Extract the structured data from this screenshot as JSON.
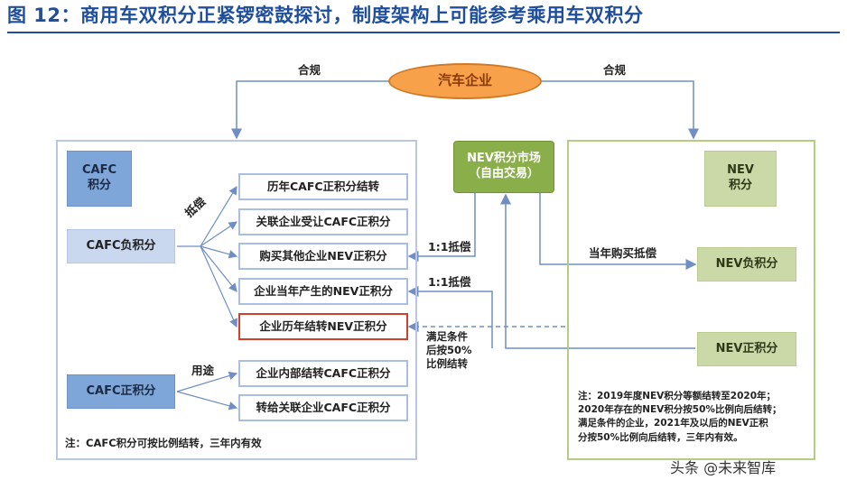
{
  "title": "图 12：商用车双积分正紧锣密鼓探讨，制度架构上可能参考乘用车双积分",
  "top_node": "汽车企业",
  "compliance_left": "合规",
  "compliance_right": "合规",
  "market": {
    "line1": "NEV积分市场",
    "line2": "（自由交易）"
  },
  "cafc": {
    "title_line1": "CAFC",
    "title_line2": "积分",
    "negative": "CAFC负积分",
    "positive": "CAFC正积分",
    "offset_label": "抵偿",
    "use_label": "用途",
    "offset_items": [
      "历年CAFC正积分结转",
      "关联企业受让CAFC正积分",
      "购买其他企业NEV正积分",
      "企业当年产生的NEV正积分",
      "企业历年结转NEV正积分"
    ],
    "use_items": [
      "企业内部结转CAFC正积分",
      "转给关联企业CAFC正积分"
    ],
    "note": "注：CAFC积分可按比例结转，三年内有效"
  },
  "nev": {
    "title_line1": "NEV",
    "title_line2": "积分",
    "negative": "NEV负积分",
    "positive": "NEV正积分",
    "buy_offset_label": "当年购买抵偿",
    "note_lines": [
      "注：2019年度NEV积分等额结转至2020年；",
      "2020年存在的NEV积分按50%比例向后结转；",
      "满足条件的企业，2021年及以后的NEV正积",
      "分按50%比例向后结转，三年内有效。"
    ]
  },
  "ratio_label_1": "1:1抵偿",
  "ratio_label_2": "1:1抵偿",
  "carry_condition": {
    "line1": "满足条件",
    "line2": "后按50%",
    "line3": "比例结转"
  },
  "watermark": "头条 @未来智库"
}
